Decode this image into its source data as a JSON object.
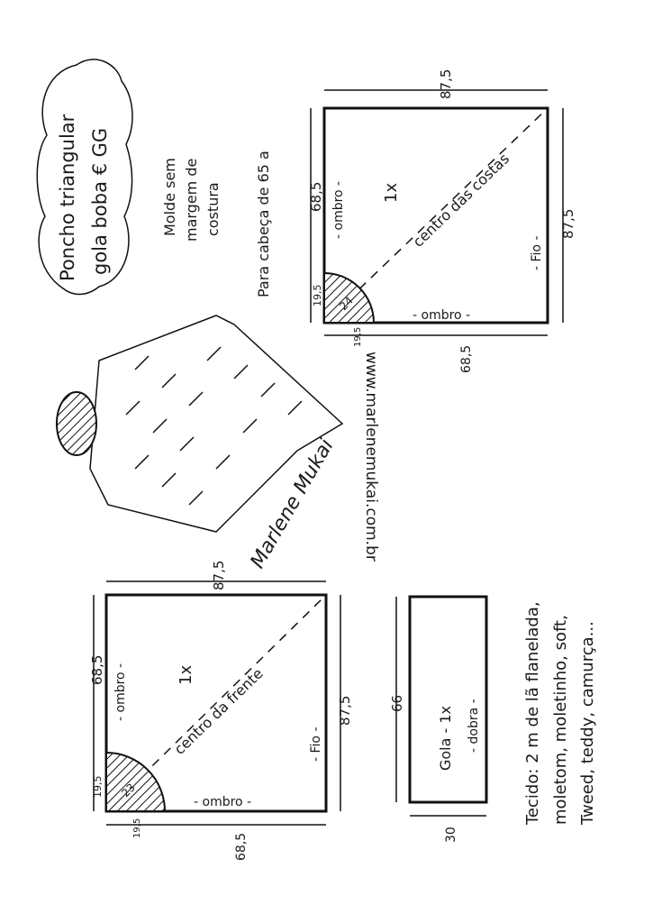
{
  "title": {
    "line1": "Poncho triangular",
    "line2": "gola boba € GG"
  },
  "note": {
    "line1": "Molde sem",
    "line2": "margem de",
    "line3": "costura"
  },
  "head_size": "Para cabeça de 65 a",
  "website": "www.marlenemukai.com.br",
  "signature": "Marlene Mukai",
  "back_piece": {
    "top_width": "87,5",
    "left_height": "68,5",
    "left_label": "- ombro -",
    "quantity": "1x",
    "diagonal_label": "centro das costas",
    "right_label": "- Fio -",
    "right_height": "87,5",
    "neck_height": "19,5",
    "neck_radius": "24",
    "bottom_label": "- ombro -",
    "neck_width": "19,5",
    "bottom_width": "68,5"
  },
  "front_piece": {
    "top_width": "87,5",
    "left_height": "68,5",
    "left_label": "- ombro -",
    "quantity": "1x",
    "diagonal_label": "centro da frente",
    "right_label": "- Fio -",
    "right_height": "87,5",
    "neck_height": "19,5",
    "neck_radius": "23",
    "bottom_label": "- ombro -",
    "neck_width": "19,5",
    "bottom_width": "68,5"
  },
  "collar_piece": {
    "height": "66",
    "label": "Gola - 1x",
    "fold": "- dobra -",
    "width": "30"
  },
  "fabric": {
    "line1": "Tecido: 2 m de lã flanelada,",
    "line2": "moletom, moletinho, soft,",
    "line3": "Tweed, teddy, camurça..."
  }
}
